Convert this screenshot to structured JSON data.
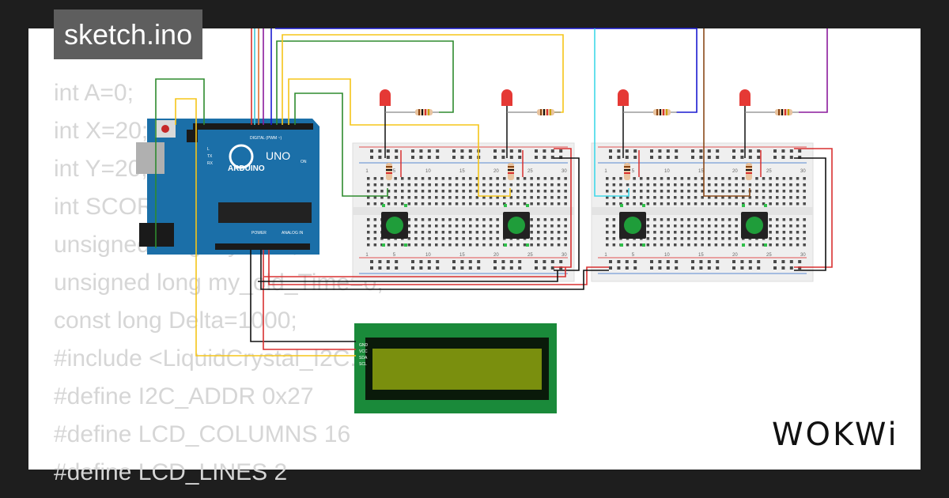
{
  "project": {
    "file_name": "sketch.ino"
  },
  "code_lines": [
    "int A=0;",
    "int X=20;",
    "int Y=20;",
    "int SCORE=0;",
    "unsigned long myTime;",
    "unsigned long my_old_Time=0;",
    "const long Delta=1000;",
    "#include <LiquidCrystal_I2C.h>",
    "#define I2C_ADDR 0x27",
    "#define LCD_COLUMNS 16",
    "#define LCD_LINES 2"
  ],
  "brand": {
    "name": "WOKWi"
  },
  "arduino": {
    "logo": "ARDUINO",
    "model": "UNO",
    "digital_label": "DIGITAL (PWM ~)",
    "power_label": "POWER",
    "analog_label": "ANALOG IN",
    "on_label": "ON",
    "led_labels": [
      "L",
      "TX",
      "RX"
    ]
  },
  "lcd": {
    "pins": [
      "GND",
      "VCC",
      "SDA",
      "SCL"
    ]
  },
  "breadboard": {
    "col_numbers": [
      "1",
      "5",
      "10",
      "15",
      "20",
      "25",
      "30"
    ]
  },
  "colors": {
    "background": "#1e1e1e",
    "card": "#ffffff",
    "code_text": "#d6d6d6",
    "title_bg": "#5e5e5e",
    "arduino": "#1b6fa8",
    "lcd_pcb": "#1a8a3a",
    "lcd_screen": "#7a8f0e",
    "button": "#1f9d3a",
    "led": "#e53935",
    "breadboard": "#efefef"
  },
  "components": {
    "leds": [
      {
        "color": "red",
        "wire": "#2e8b2e"
      },
      {
        "color": "red",
        "wire": "#f5c518"
      },
      {
        "color": "red",
        "wire": "#1a1ad0"
      },
      {
        "color": "red",
        "wire": "#8b1a9c"
      }
    ],
    "buttons": 4,
    "resistors": 8
  }
}
